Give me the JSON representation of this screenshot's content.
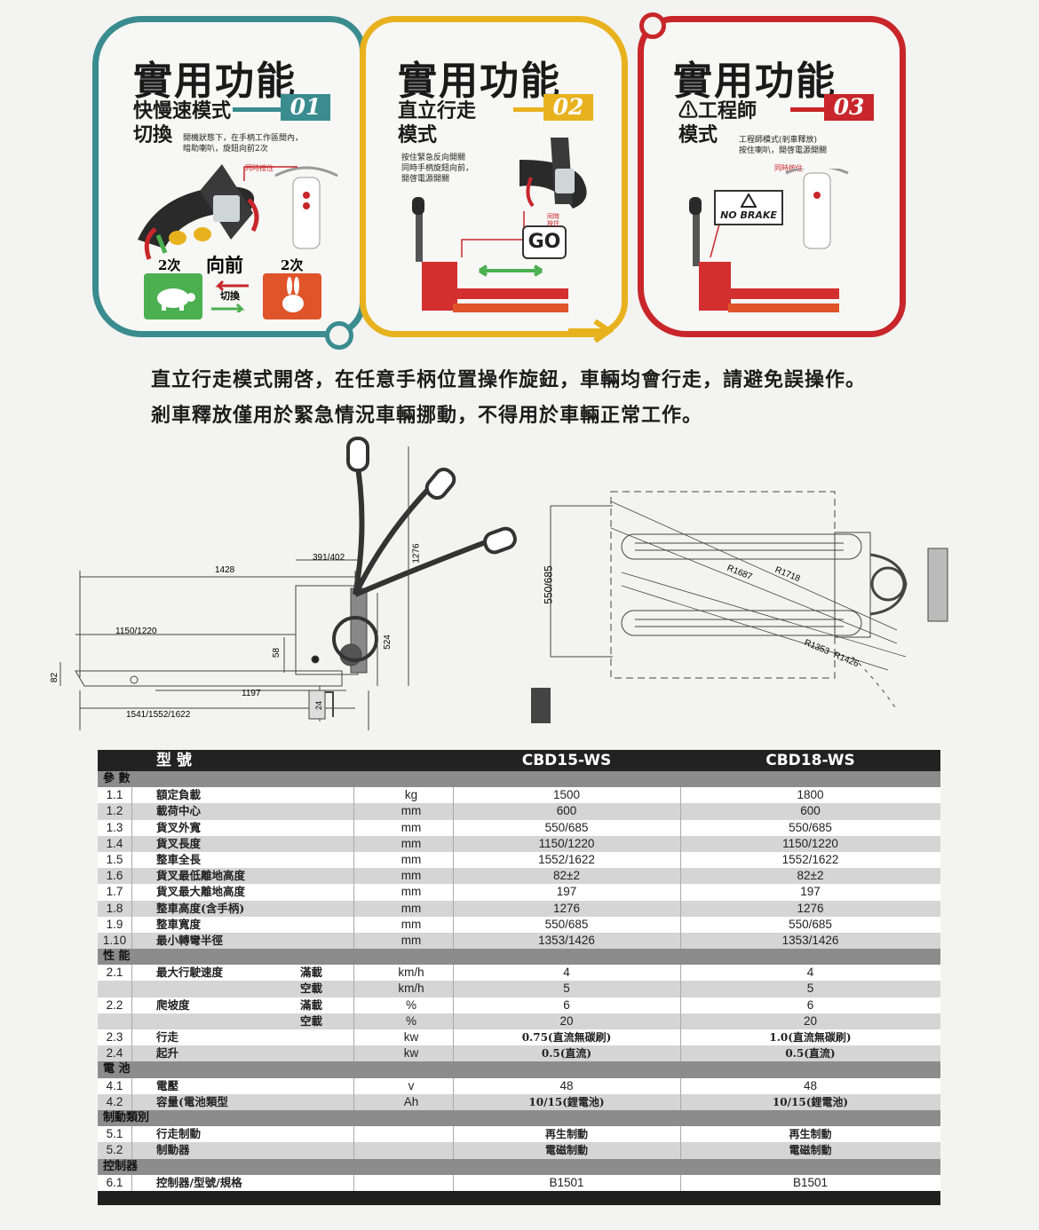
{
  "panels": [
    {
      "title": "實用功能",
      "num": "01",
      "sub_lines": [
        "快慢速模式",
        "切換"
      ],
      "note_lines": [
        "開機狀態下，在手柄工作區間內，",
        "暗助喇叭，旋鈕向前2次"
      ],
      "button_label": "同時按住",
      "bottom": {
        "left": "2次",
        "middle": "向前",
        "right": "2次",
        "switch": "切換"
      },
      "color": "#3a8c8f"
    },
    {
      "title": "實用功能",
      "num": "02",
      "sub_lines": [
        "直立行走",
        "模式"
      ],
      "note_lines": [
        "按住緊急反向開關",
        "同時手柄旋鈕向前，",
        "開啓電源開關"
      ],
      "tag_lines": [
        "同時",
        "按住"
      ],
      "go_label": "GO",
      "color": "#e8b21f"
    },
    {
      "title": "實用功能",
      "num": "03",
      "sub_lines": [
        "⚠工程師",
        "模式"
      ],
      "note_lines": [
        "工程師模式(剎車釋放)",
        "按住喇叭，開啓電源開關"
      ],
      "button_label": "同時按住",
      "sign_label": "NO BRAKE",
      "color": "#c8262a"
    }
  ],
  "notices": [
    "直立行走模式開啓，在任意手柄位置操作旋鈕，車輛均會行走，請避免誤操作。",
    "剎車釋放僅用於緊急情況車輛挪動，不得用於車輛正常工作。"
  ],
  "side_dims": [
    "1428",
    "391/402",
    "1276",
    "1150/1220",
    "58",
    "524",
    "82",
    "1197",
    "24",
    "1541/1552/1622"
  ],
  "top_dims": [
    "550/685",
    "R1687",
    "R1718",
    "R1353",
    "R1426"
  ],
  "spec": {
    "header": {
      "label": "型  號",
      "model1": "CBD15-WS",
      "model2": "CBD18-WS"
    },
    "sections": [
      {
        "title": "參  數",
        "rows": [
          {
            "no": "1.1",
            "name": "額定負載",
            "cond": "",
            "unit": "kg",
            "v1": "1500",
            "v2": "1800"
          },
          {
            "no": "1.2",
            "name": "載荷中心",
            "cond": "",
            "unit": "mm",
            "v1": "600",
            "v2": "600"
          },
          {
            "no": "1.3",
            "name": "貨叉外寬",
            "cond": "",
            "unit": "mm",
            "v1": "550/685",
            "v2": "550/685"
          },
          {
            "no": "1.4",
            "name": "貨叉長度",
            "cond": "",
            "unit": "mm",
            "v1": "1150/1220",
            "v2": "1150/1220"
          },
          {
            "no": "1.5",
            "name": "整車全長",
            "cond": "",
            "unit": "mm",
            "v1": "1552/1622",
            "v2": "1552/1622"
          },
          {
            "no": "1.6",
            "name": "貨叉最低離地高度",
            "cond": "",
            "unit": "mm",
            "v1": "82±2",
            "v2": "82±2"
          },
          {
            "no": "1.7",
            "name": "貨叉最大離地高度",
            "cond": "",
            "unit": "mm",
            "v1": "197",
            "v2": "197"
          },
          {
            "no": "1.8",
            "name": "整車高度(含手柄)",
            "cond": "",
            "unit": "mm",
            "v1": "1276",
            "v2": "1276"
          },
          {
            "no": "1.9",
            "name": "整車寬度",
            "cond": "",
            "unit": "mm",
            "v1": "550/685",
            "v2": "550/685"
          },
          {
            "no": "1.10",
            "name": "最小轉彎半徑",
            "cond": "",
            "unit": "mm",
            "v1": "1353/1426",
            "v2": "1353/1426"
          }
        ]
      },
      {
        "title": "性  能",
        "rows": [
          {
            "no": "2.1",
            "name": "最大行駛速度",
            "cond": "滿載",
            "unit": "km/h",
            "v1": "4",
            "v2": "4"
          },
          {
            "no": "",
            "name": "",
            "cond": "空載",
            "unit": "km/h",
            "v1": "5",
            "v2": "5"
          },
          {
            "no": "2.2",
            "name": "爬坡度",
            "cond": "滿載",
            "unit": "%",
            "v1": "6",
            "v2": "6"
          },
          {
            "no": "",
            "name": "",
            "cond": "空載",
            "unit": "%",
            "v1": "20",
            "v2": "20"
          },
          {
            "no": "2.3",
            "name": "行走",
            "cond": "",
            "unit": "kw",
            "v1": "0.75(直流無碳刷)",
            "v2": "1.0(直流無碳刷)"
          },
          {
            "no": "2.4",
            "name": "起升",
            "cond": "",
            "unit": "kw",
            "v1": "0.5(直流)",
            "v2": "0.5(直流)"
          }
        ]
      },
      {
        "title": "電  池",
        "rows": [
          {
            "no": "4.1",
            "name": "電壓",
            "cond": "",
            "unit": "v",
            "v1": "48",
            "v2": "48"
          },
          {
            "no": "4.2",
            "name": "容量(電池類型",
            "cond": "",
            "unit": "Ah",
            "v1": "10/15(鋰電池)",
            "v2": "10/15(鋰電池)"
          }
        ]
      },
      {
        "title": "制動類別",
        "rows": [
          {
            "no": "5.1",
            "name": "行走制動",
            "cond": "",
            "unit": "",
            "v1": "再生制動",
            "v2": "再生制動"
          },
          {
            "no": "5.2",
            "name": "制動器",
            "cond": "",
            "unit": "",
            "v1": "電磁制動",
            "v2": "電磁制動"
          }
        ]
      },
      {
        "title": "控制器",
        "rows": [
          {
            "no": "6.1",
            "name": "控制器/型號/規格",
            "cond": "",
            "unit": "",
            "v1": "B1501",
            "v2": "B1501"
          }
        ]
      }
    ]
  }
}
